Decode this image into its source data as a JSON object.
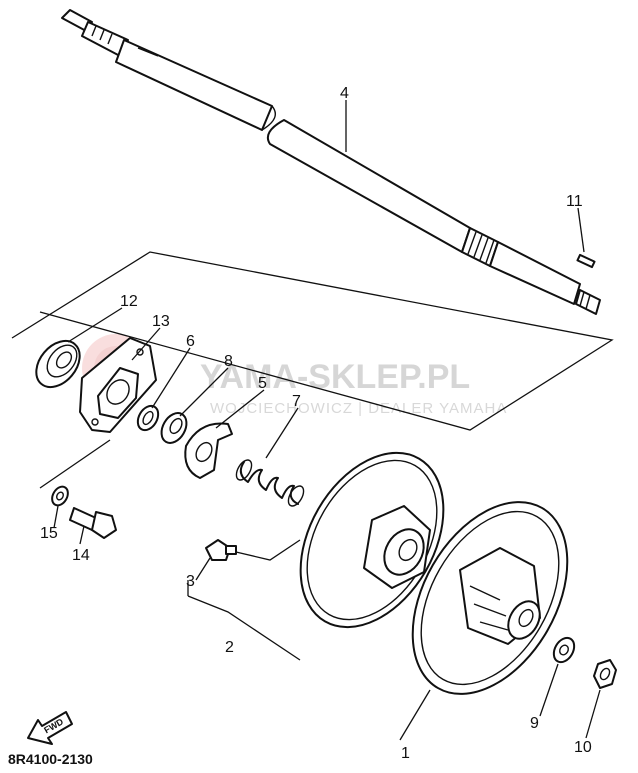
{
  "diagram": {
    "code": "8R4100-2130",
    "fwd_label": "FWD"
  },
  "watermark": {
    "brand": "YAMA-SKLEP.PL",
    "dealer": "WOJCIECHOWICZ | DEALER YAMAHA"
  },
  "parts": [
    {
      "id": "part-1",
      "label": "1"
    },
    {
      "id": "part-2",
      "label": "2"
    },
    {
      "id": "part-3",
      "label": "3"
    },
    {
      "id": "part-4",
      "label": "4"
    },
    {
      "id": "part-5",
      "label": "5"
    },
    {
      "id": "part-6",
      "label": "6"
    },
    {
      "id": "part-7",
      "label": "7"
    },
    {
      "id": "part-8",
      "label": "8"
    },
    {
      "id": "part-9",
      "label": "9"
    },
    {
      "id": "part-10",
      "label": "10"
    },
    {
      "id": "part-11",
      "label": "11"
    },
    {
      "id": "part-12",
      "label": "12"
    },
    {
      "id": "part-13",
      "label": "13"
    },
    {
      "id": "part-14",
      "label": "14"
    },
    {
      "id": "part-15",
      "label": "15"
    }
  ],
  "colors": {
    "line": "#111111",
    "watermark_text": "#c9c9c9",
    "watermark_logo": "#e89a9a"
  }
}
